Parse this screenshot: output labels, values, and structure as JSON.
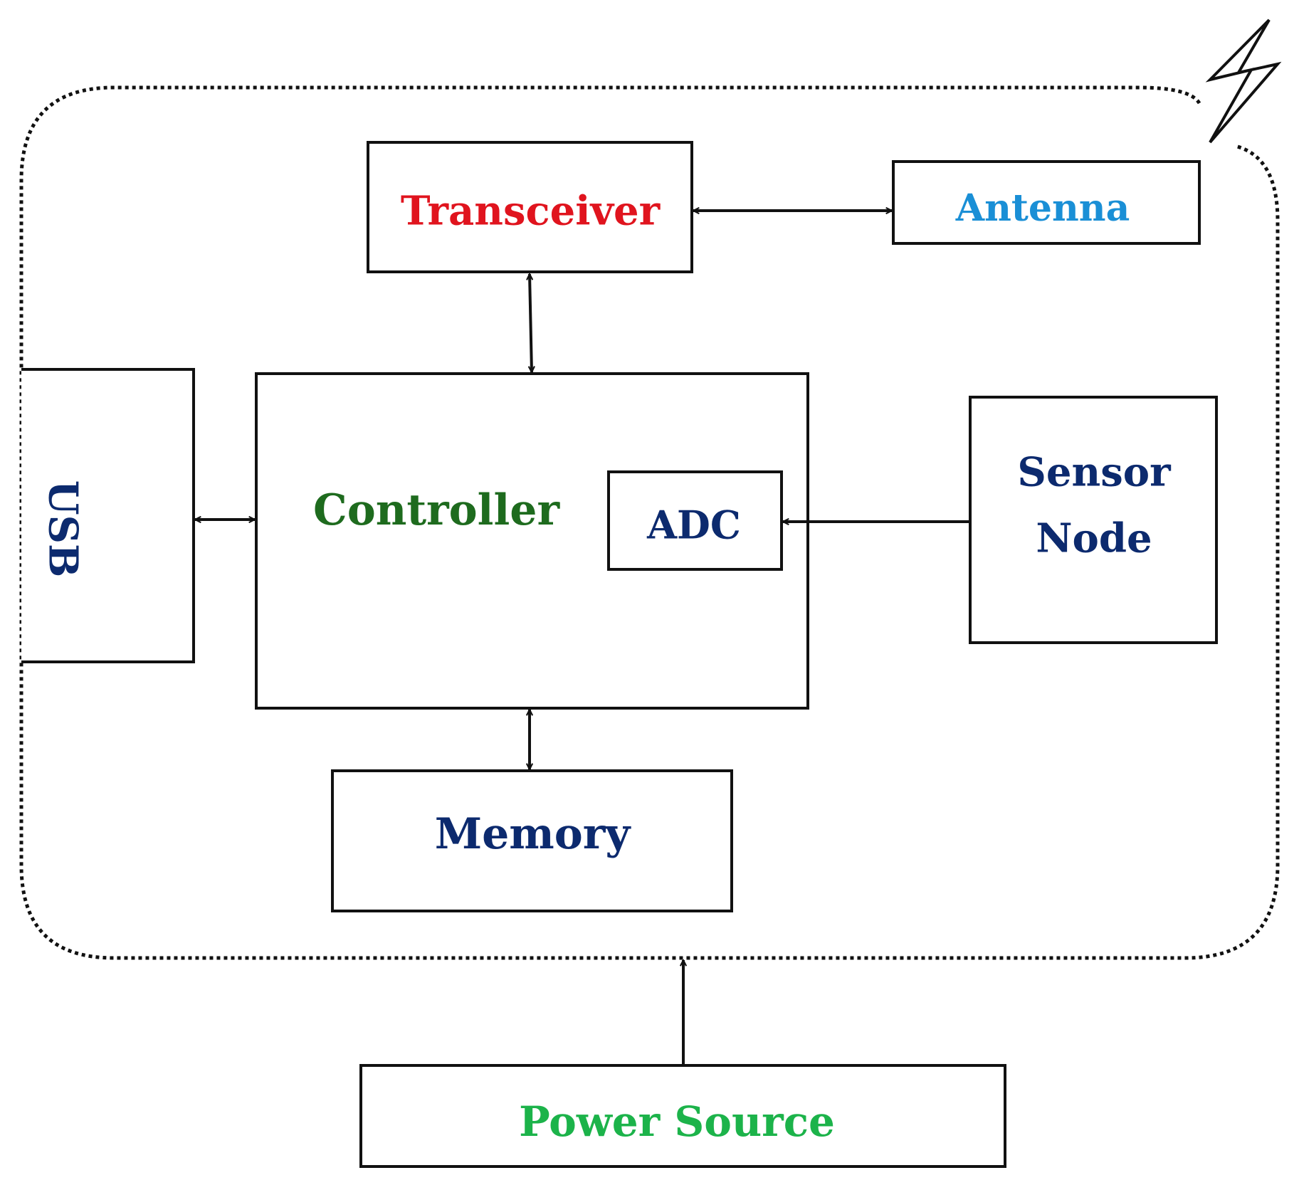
{
  "colors": {
    "transceiver": "#e0141e",
    "antenna": "#1a8fd6",
    "controller": "#1e6b1e",
    "adc": "#0c2a6e",
    "usb": "#0c2a6e",
    "sensor_node": "#0c2a6e",
    "memory": "#0c2a6e",
    "power_source": "#1cb34a",
    "lines": "#111111"
  },
  "blocks": {
    "transceiver": "Transceiver",
    "antenna": "Antenna",
    "controller": "Controller",
    "adc": "ADC",
    "usb": "USB",
    "sensor_node_line1": "Sensor",
    "sensor_node_line2": "Node",
    "memory": "Memory",
    "power_source": "Power Source"
  },
  "icons": {
    "wireless": "lightning-bolt-icon"
  }
}
